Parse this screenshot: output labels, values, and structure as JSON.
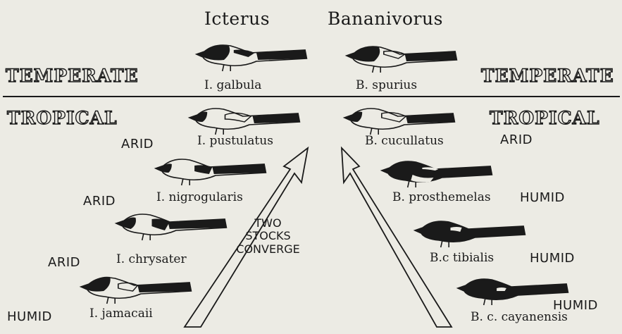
{
  "headers": {
    "icterus": "Icterus",
    "bananivorus": "Bananivorus"
  },
  "zones": {
    "temperate_left": "TEMPERATE",
    "temperate_right": "TEMPERATE",
    "tropical_left": "TROPICAL",
    "tropical_right": "TROPICAL"
  },
  "icterus_species": [
    {
      "name": "I. galbula"
    },
    {
      "name": "I. pustulatus",
      "habitat": "ARID"
    },
    {
      "name": "I. nigrogularis",
      "habitat": "ARID"
    },
    {
      "name": "I. chrysater",
      "habitat": "ARID"
    },
    {
      "name": "I. jamacaii",
      "habitat": "HUMID"
    }
  ],
  "bananivorus_species": [
    {
      "name": "B. spurius"
    },
    {
      "name": "B. cucullatus",
      "habitat": "ARID"
    },
    {
      "name": "B. prosthemelas",
      "habitat": "HUMID"
    },
    {
      "name": "B.c tibialis",
      "habitat": "HUMID"
    },
    {
      "name": "B. c. cayanensis",
      "habitat": "HUMID"
    }
  ],
  "center_label": [
    "TWO",
    "STOCKS",
    "CONVERGE"
  ],
  "colors": {
    "ink": "#1a1a1a",
    "paper": "#ecebe4"
  }
}
